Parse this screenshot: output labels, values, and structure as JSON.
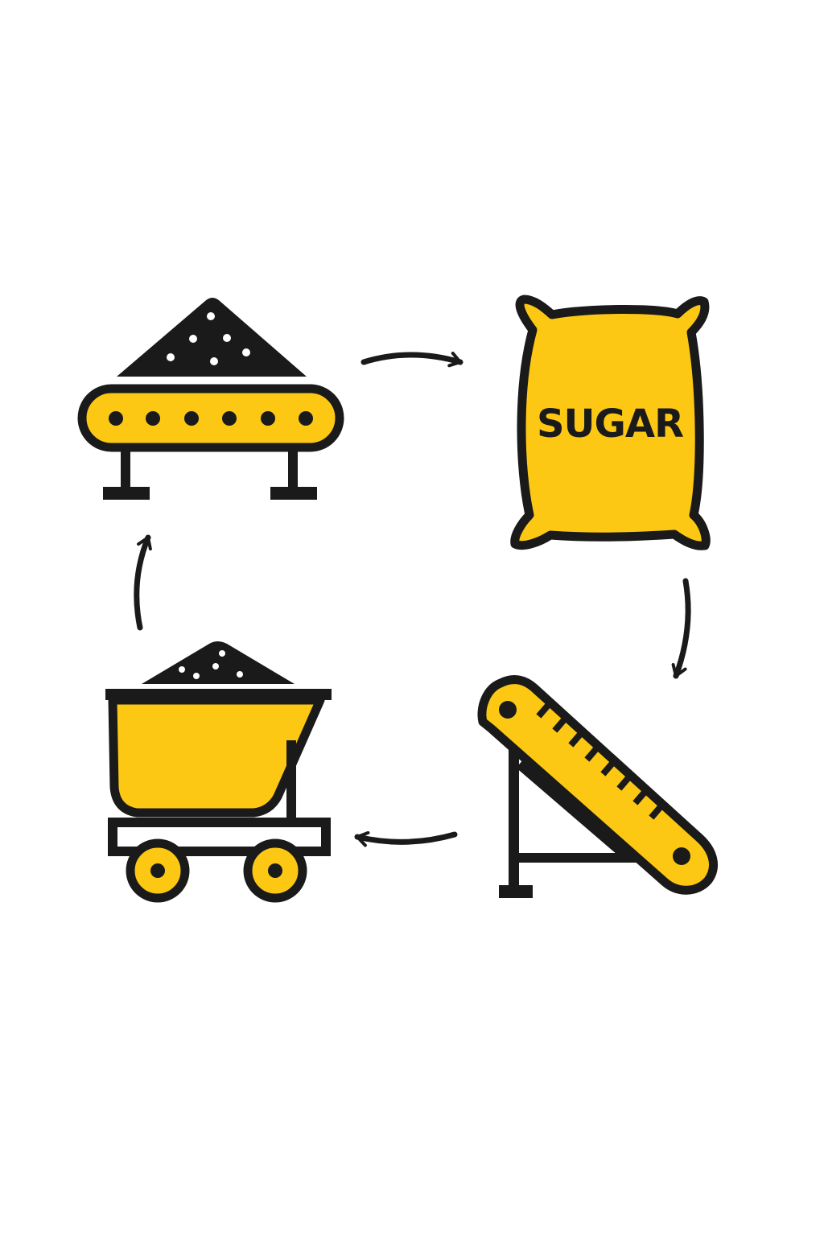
{
  "colors": {
    "accent": "#fcc814",
    "ink": "#1a1a1a",
    "background": "#ffffff"
  },
  "stages": [
    {
      "id": "conveyor",
      "icon": "sugar-pile-conveyor-icon"
    },
    {
      "id": "bag",
      "icon": "sugar-bag-icon",
      "label": "SUGAR"
    },
    {
      "id": "incline",
      "icon": "inclined-conveyor-icon"
    },
    {
      "id": "cart",
      "icon": "sugar-cart-icon"
    }
  ],
  "flow": [
    "conveyor",
    "bag",
    "incline",
    "cart",
    "conveyor"
  ]
}
